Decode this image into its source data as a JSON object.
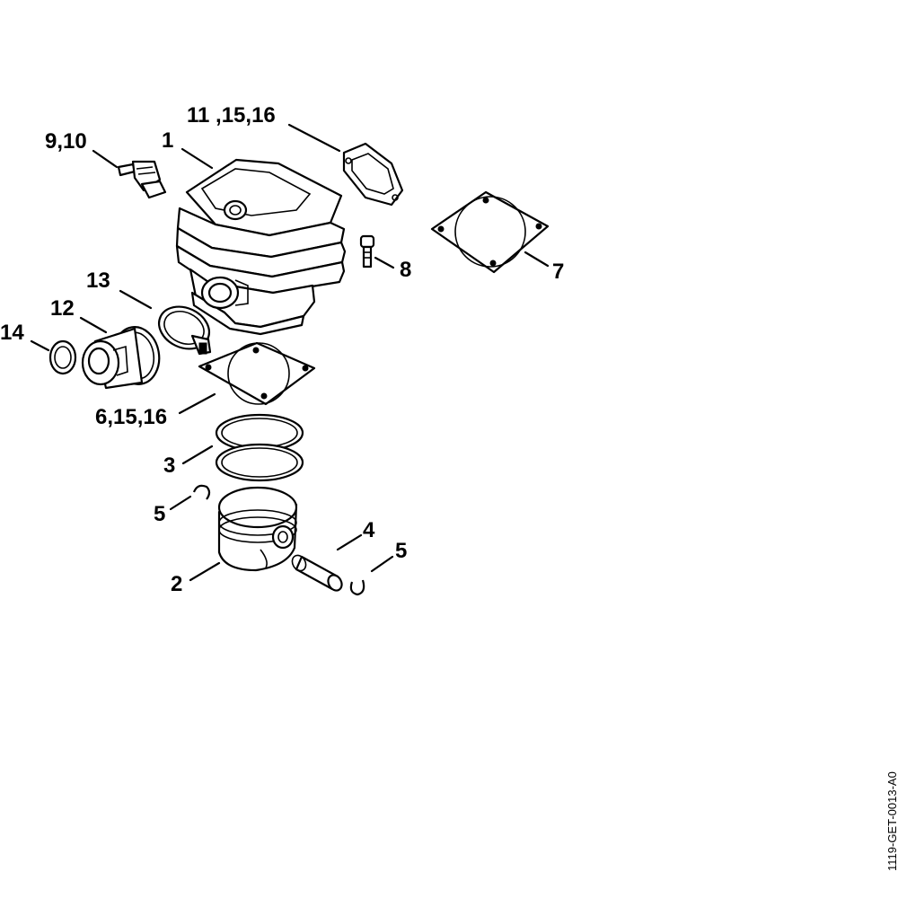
{
  "diagram": {
    "callouts": [
      {
        "id": "c-11-15-16",
        "text": "11 ,15,16"
      },
      {
        "id": "c-9-10",
        "text": "9,10"
      },
      {
        "id": "c-1",
        "text": "1"
      },
      {
        "id": "c-8",
        "text": "8"
      },
      {
        "id": "c-7",
        "text": "7"
      },
      {
        "id": "c-13",
        "text": "13"
      },
      {
        "id": "c-12",
        "text": "12"
      },
      {
        "id": "c-14",
        "text": "14"
      },
      {
        "id": "c-6-15-16",
        "text": "6,15,16"
      },
      {
        "id": "c-3",
        "text": "3"
      },
      {
        "id": "c-5a",
        "text": "5"
      },
      {
        "id": "c-4",
        "text": "4"
      },
      {
        "id": "c-5b",
        "text": "5"
      },
      {
        "id": "c-2",
        "text": "2"
      }
    ],
    "doc_id": "1119-GET-0013-A0"
  }
}
